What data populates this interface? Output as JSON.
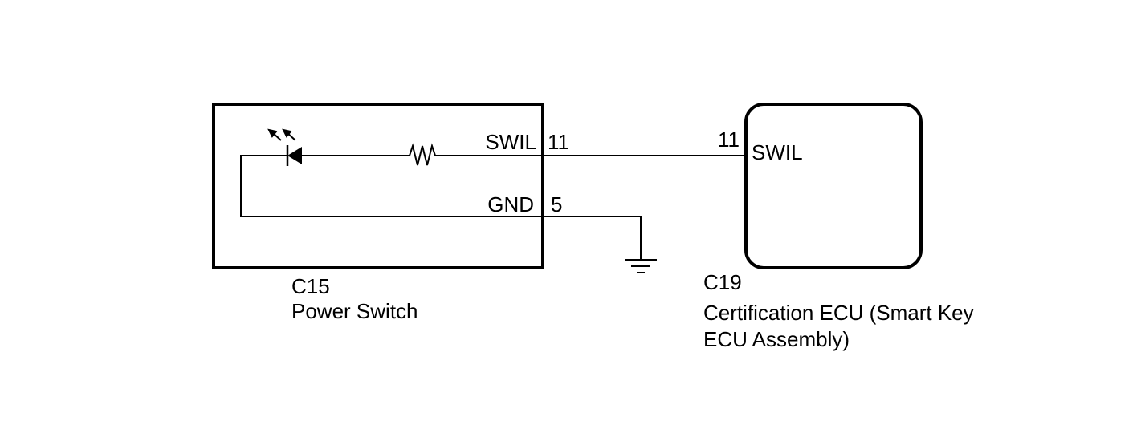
{
  "components": {
    "power_switch": {
      "connector": "C15",
      "name": "Power Switch",
      "pins": [
        {
          "label": "SWIL",
          "number": "11"
        },
        {
          "label": "GND",
          "number": "5"
        }
      ]
    },
    "certification_ecu": {
      "connector": "C19",
      "name_line1": "Certification ECU (Smart Key",
      "name_line2": "ECU Assembly)",
      "pins": [
        {
          "label": "SWIL",
          "number": "11"
        }
      ]
    }
  }
}
